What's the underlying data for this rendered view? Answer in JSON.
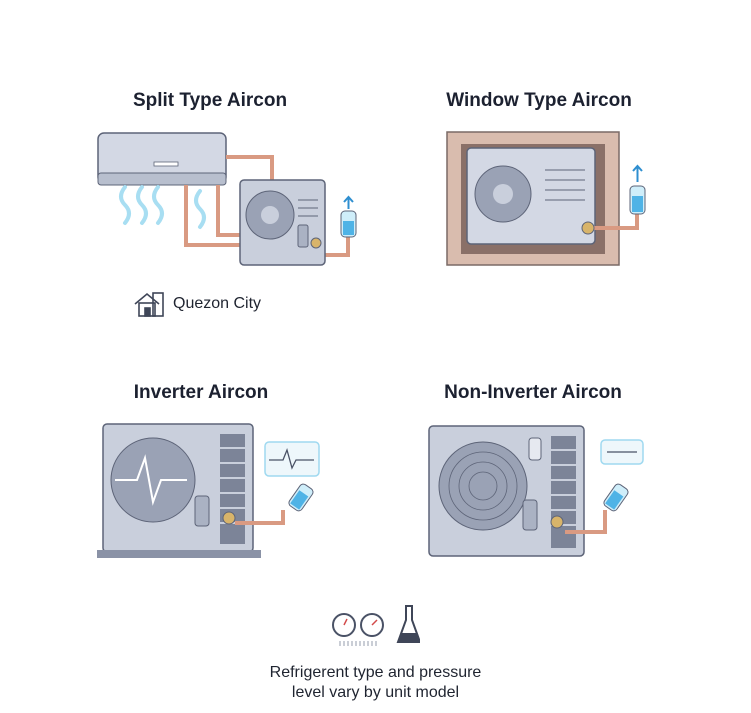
{
  "panels": [
    {
      "title": "Split Type Aircon"
    },
    {
      "title": "Window Type Aircon"
    },
    {
      "title": "Inverter Aircon"
    },
    {
      "title": "Non-Inverter Aircon"
    }
  ],
  "location": {
    "label": "Quezon City",
    "icon": "house-city-icon"
  },
  "footer": {
    "line1": "Refrigerent type and pressure",
    "line2": "level vary by unit model"
  },
  "colors": {
    "unit": "#c9cfdc",
    "outline": "#5d6478",
    "pipe": "#d99a82",
    "air": "#9fd9f0",
    "wall": "#d9bcae"
  }
}
